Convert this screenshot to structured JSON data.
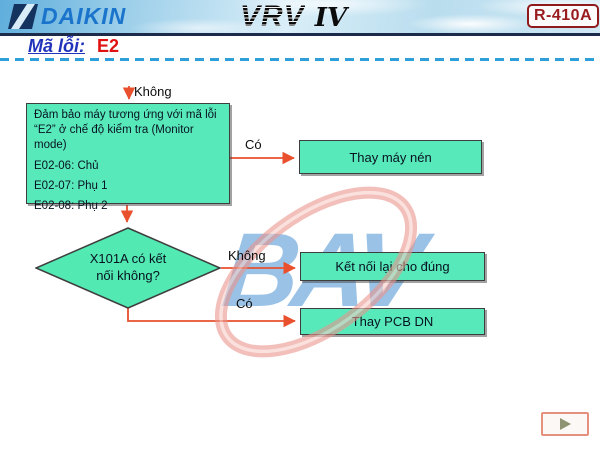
{
  "header": {
    "brand": "DAIKIN",
    "product_name": "VRV",
    "product_generation": "IV",
    "refrigerant_badge": "R-410A"
  },
  "title": {
    "label": "Mã lỗi:",
    "error_code": "E2"
  },
  "flowchart": {
    "labels": {
      "top_no": "Không",
      "yes_compressor": "Có",
      "no_connect": "Không",
      "yes_pcb": "Có"
    },
    "check_box": {
      "text": "Đảm bảo máy tương ứng với mã lỗi “E2” ở chế độ kiểm tra (Monitor mode)",
      "items": [
        "E02-06: Chủ",
        "E02-07: Phụ 1",
        "E02-08: Phụ 2"
      ]
    },
    "decision": {
      "line1": "X101A có kết",
      "line2": "nối không?"
    },
    "actions": {
      "replace_compressor": "Thay máy nén",
      "reconnect": "Kết nối lại cho đúng",
      "replace_pcb": "Thay PCB DN"
    }
  },
  "watermark": "BAV",
  "colors": {
    "box_fill": "#58E9BB",
    "arrow_red": "#E8502E",
    "brand_blue": "#1A74CC",
    "badge_red": "#991B1E",
    "dash_blue": "#2E9FD8"
  }
}
